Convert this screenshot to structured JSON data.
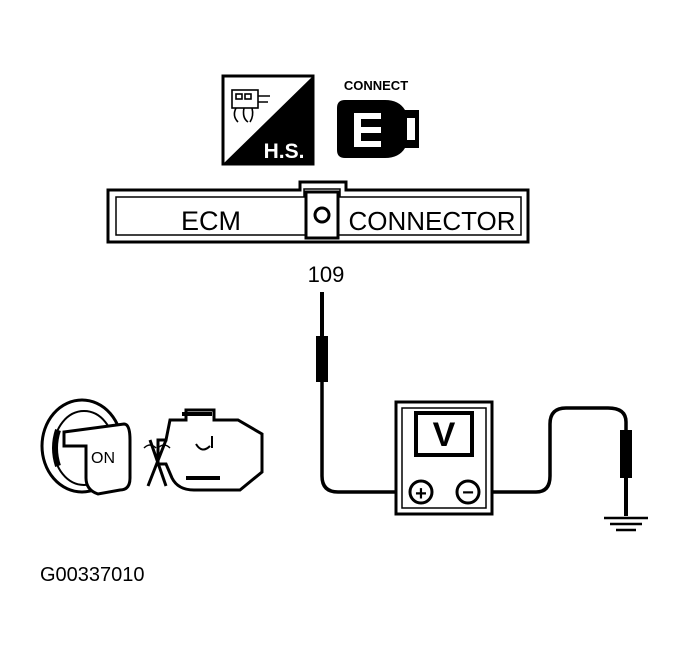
{
  "hs_label": "H.S.",
  "connect_label": "CONNECT",
  "ecm_label": "ECM",
  "connector_label": "CONNECTOR",
  "terminal_number": "109",
  "meter_label": "V",
  "positive_symbol": "+",
  "negative_symbol": "−",
  "ignition_label": "ON",
  "figure_id": "G00337010",
  "icons": {
    "hs": "harness-side-icon",
    "connect": "connector-plug-icon",
    "key": "ignition-key-icon",
    "engine": "engine-off-icon",
    "ground": "ground-icon",
    "voltmeter": "voltmeter-icon",
    "probe": "test-probe-icon"
  },
  "colors": {
    "ink": "#000000",
    "paper": "#ffffff"
  }
}
